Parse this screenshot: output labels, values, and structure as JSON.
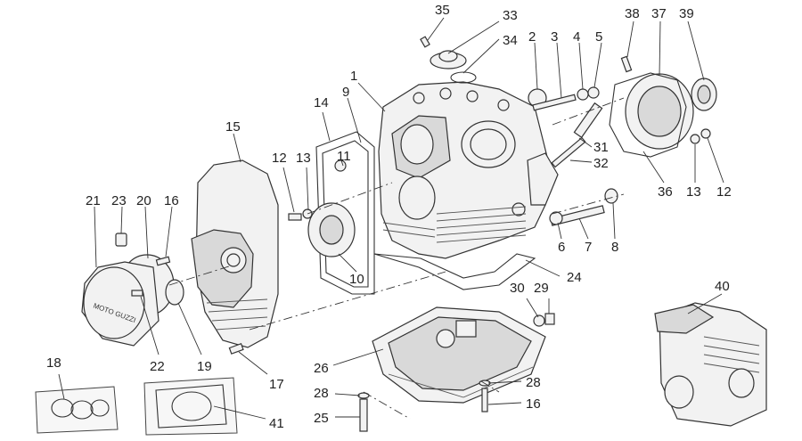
{
  "diagram": {
    "callouts": [
      "1",
      "2",
      "3",
      "4",
      "5",
      "6",
      "7",
      "8",
      "9",
      "10",
      "11",
      "12",
      "12",
      "13",
      "13",
      "14",
      "15",
      "16",
      "16",
      "17",
      "18",
      "19",
      "20",
      "21",
      "22",
      "23",
      "24",
      "25",
      "26",
      "28",
      "28",
      "29",
      "30",
      "31",
      "32",
      "33",
      "34",
      "35",
      "36",
      "37",
      "38",
      "39",
      "40",
      "41"
    ]
  }
}
